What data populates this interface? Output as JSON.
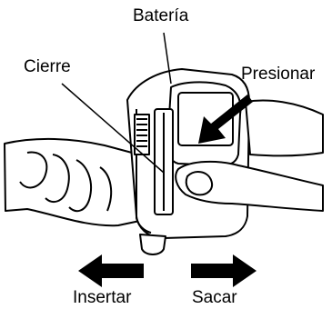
{
  "diagram": {
    "labels": {
      "bateria": "Batería",
      "cierre": "Cierre",
      "presionar": "Presionar",
      "insertar": "Insertar",
      "sacar": "Sacar"
    },
    "colors": {
      "line": "#000000",
      "fill": "#ffffff",
      "arrow": "#000000"
    },
    "icons": {
      "insert_arrow": "arrow-left-icon",
      "remove_arrow": "arrow-right-icon",
      "press_arrow": "arrow-down-left-icon"
    }
  }
}
